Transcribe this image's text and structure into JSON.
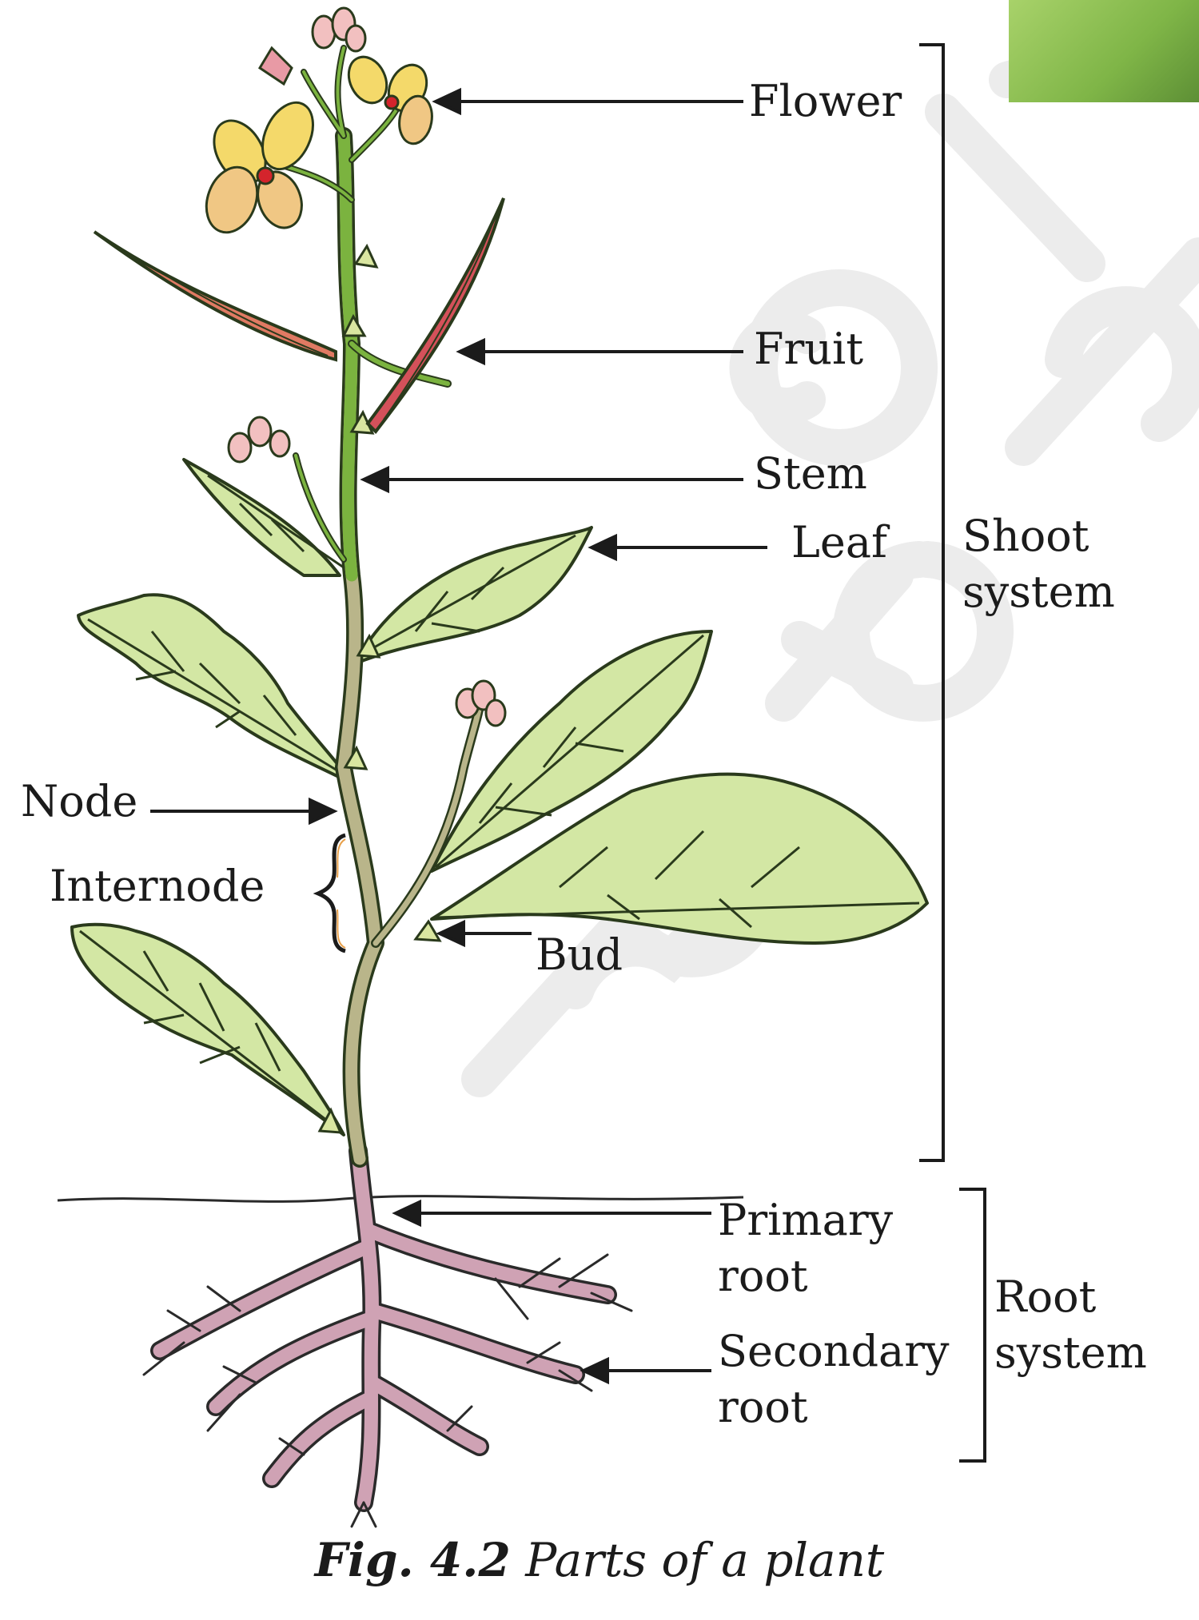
{
  "labels": {
    "flower": "Flower",
    "fruit": "Fruit",
    "stem": "Stem",
    "leaf": "Leaf",
    "node": "Node",
    "internode": "Internode",
    "bud": "Bud",
    "primary_root_1": "Primary",
    "primary_root_2": "root",
    "secondary_root_1": "Secondary",
    "secondary_root_2": "root"
  },
  "groups": {
    "shoot_1": "Shoot",
    "shoot_2": "system",
    "root_1": "Root",
    "root_2": "system"
  },
  "caption": {
    "fig": "Fig. 4.2",
    "title": "Parts of a plant"
  },
  "colors": {
    "leaf_fill": "#d3e7a4",
    "leaf_outline": "#2a3a1c",
    "stem_green": "#7bb33f",
    "stem_tan": "#b9b58a",
    "root_pink": "#cfa2b4",
    "petal_yellow": "#f4d96a",
    "fruit_red": "#d4515a",
    "watermark": "#ececec"
  }
}
